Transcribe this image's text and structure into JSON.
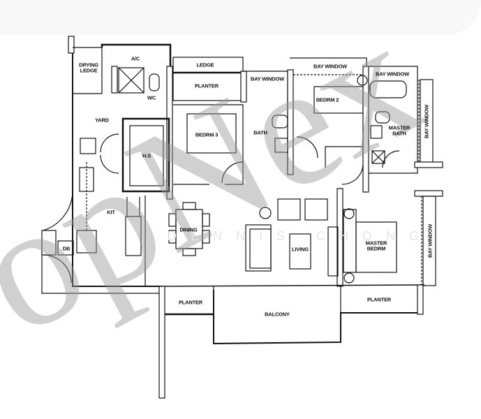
{
  "watermark": {
    "big_text": "opNex",
    "small_text": "DENNIS CHONG"
  },
  "rooms": {
    "drying_ledge": "DRYING\nLEDGE",
    "ac": "A/C",
    "ledge": "LEDGE",
    "planter_top": "PLANTER",
    "wc": "WC",
    "yard": "YARD",
    "bay_window_bath": "BAY WINDOW",
    "bath": "BATH",
    "bay_window_bed2": "BAY WINDOW",
    "bedroom_2": "BEDRM 2",
    "bay_window_master_bath": "BAY WINDOW",
    "master_bath": "MASTER\nBATH",
    "bay_window_right_upper": "BAY WINDOW",
    "bedroom_3": "BEDRM 3",
    "household_shelter": "H.S",
    "kitchen": "KIT",
    "db": "DB",
    "dining": "DINING",
    "living": "LIVING",
    "master_bedroom": "MASTER\nBEDRM",
    "bay_window_right_lower": "BAY WINDOW",
    "planter_left": "PLANTER",
    "balcony": "BALCONY",
    "planter_right": "PLANTER"
  },
  "colors": {
    "wall": "#111111",
    "watermark": "#9a9a9a"
  }
}
